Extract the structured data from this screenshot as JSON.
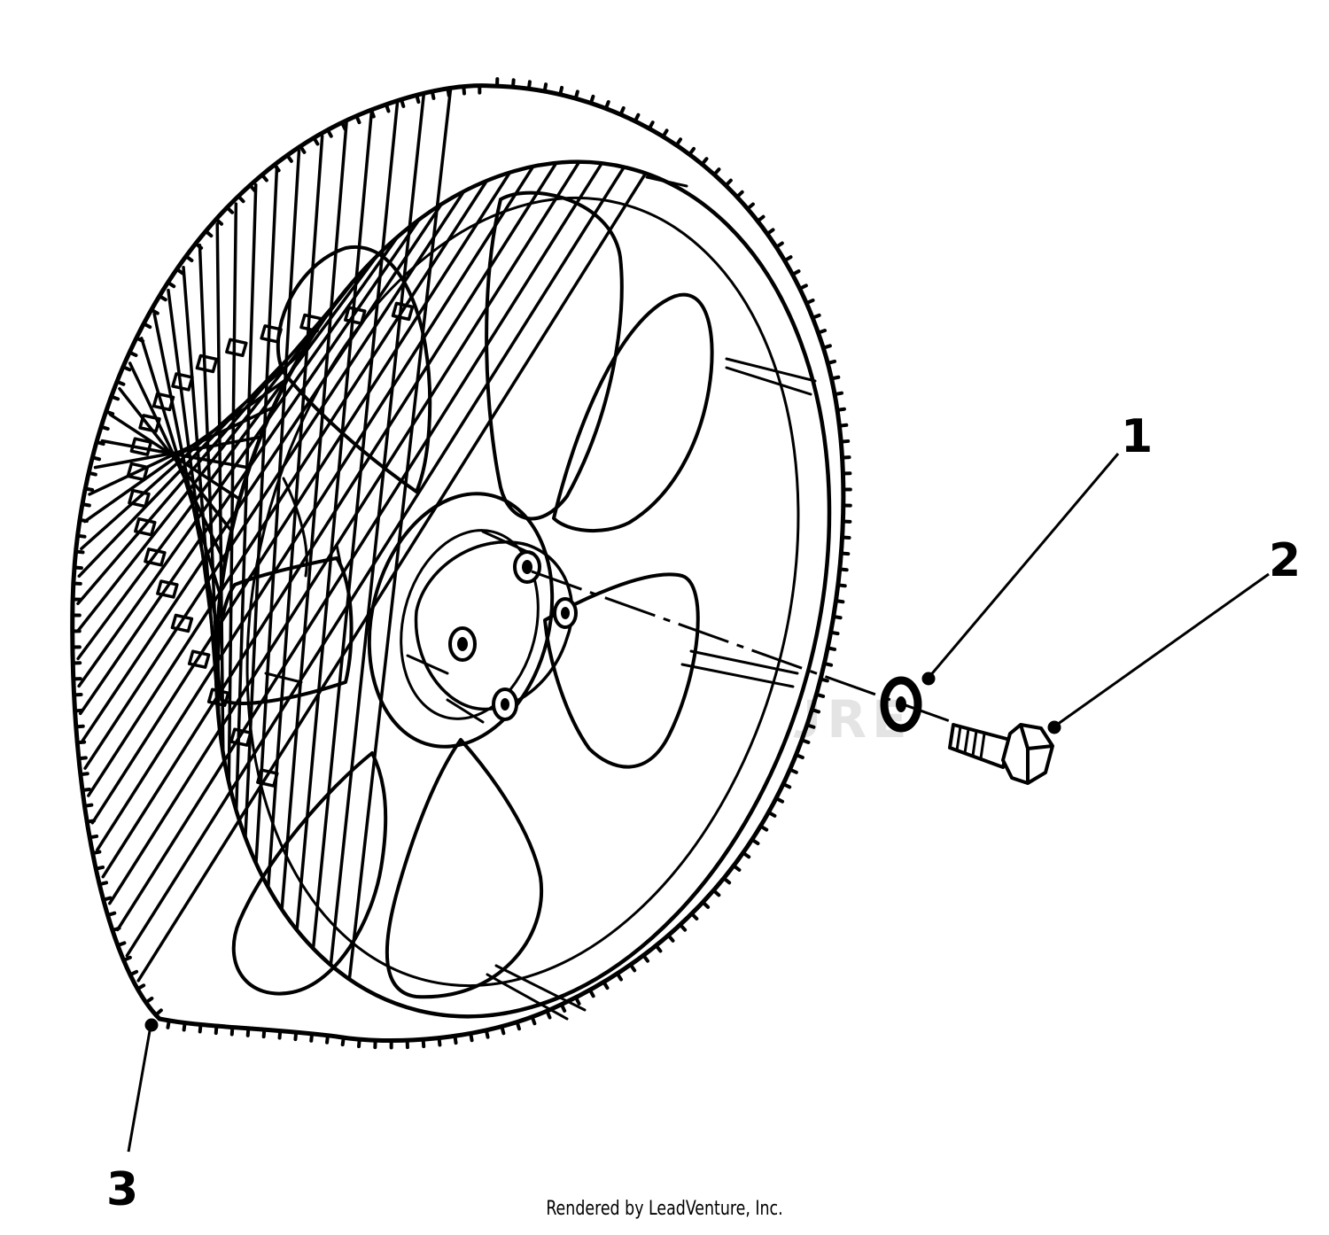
{
  "callouts": {
    "washer": "1",
    "bolt": "2",
    "wheel": "3"
  },
  "watermark": {
    "logo": "LEADVENTURE"
  },
  "footer": {
    "credit": "Rendered by LeadVenture, Inc."
  },
  "colors": {
    "ink": "#000000",
    "watermark": "#e4e4e4",
    "background": "#ffffff"
  }
}
